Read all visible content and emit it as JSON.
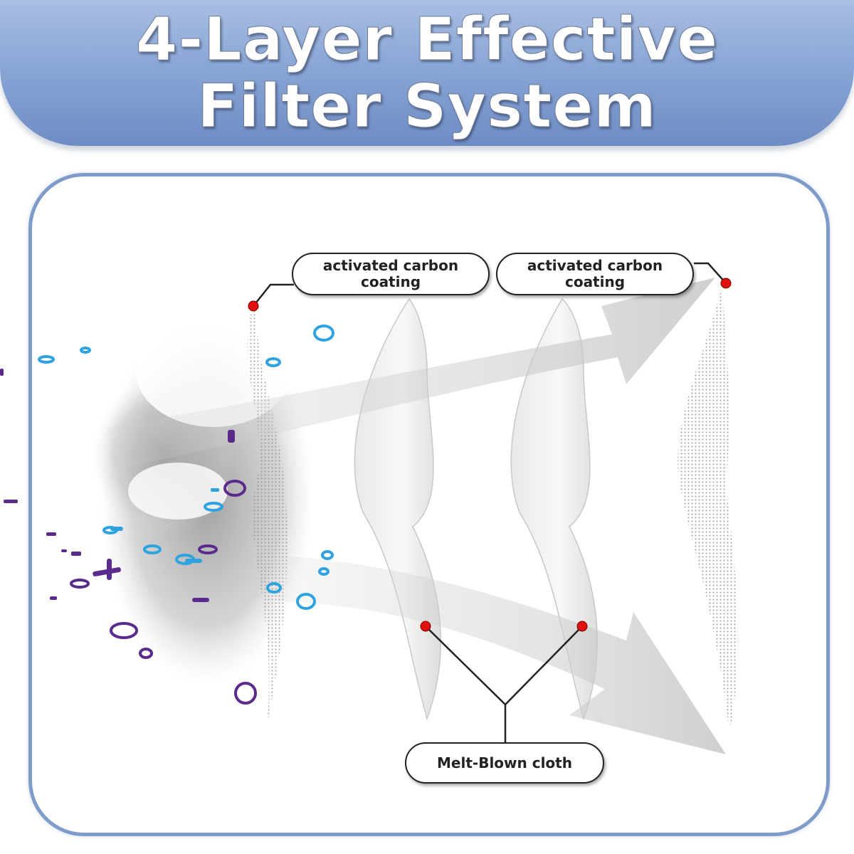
{
  "title": {
    "line1": "4-Layer Effective",
    "line2": "Filter System"
  },
  "labels": {
    "carbon_left": "activated carbon\ncoating",
    "carbon_right": "activated carbon\ncoating",
    "meltblown": "Melt-Blown cloth"
  },
  "colors": {
    "banner": "#8aa6d6",
    "frame_border": "#7f9bc9",
    "marker": "#e01010",
    "particle_blue": "#2fa3e0",
    "particle_purple": "#5a2a8c"
  },
  "icons": [
    "dust-cloud-icon",
    "particle-ring-icon",
    "airflow-arrow-icon",
    "filter-layer-icon",
    "marker-dot-icon"
  ]
}
